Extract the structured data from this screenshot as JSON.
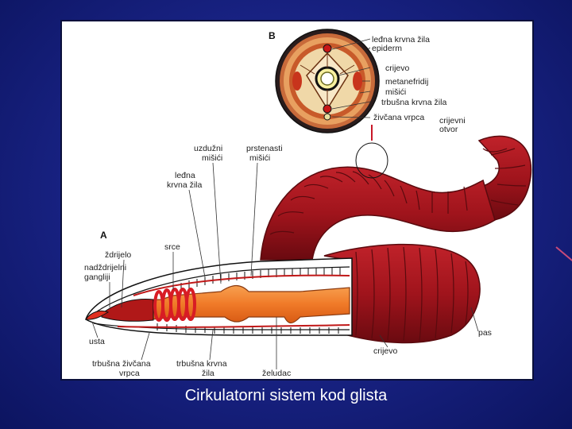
{
  "caption": "Cirkulatorni sistem kod glista",
  "figure": {
    "panel_a_letter": "A",
    "panel_b_letter": "B",
    "labels_b": {
      "ledna_krvna_zila": "leđna krvna žila",
      "epiderm": "epiderm",
      "crijevo": "crijevo",
      "metanefridij": "metanefridij",
      "misici": "mišići",
      "trbusna_krvna_zila": "trbušna krvna žila",
      "zivcana_vrpca": "živčana vrpca",
      "crijevni_otvor_1": "crijevni",
      "crijevni_otvor_2": "otvor"
    },
    "labels_a": {
      "uzduzni_1": "uzdužni",
      "uzduzni_2": "mišići",
      "prstenasti_1": "prstenasti",
      "prstenasti_2": "mišići",
      "ledna_1": "leđna",
      "ledna_2": "krvna žila",
      "zdrijelo": "ždrijelo",
      "srce": "srce",
      "nadzdrijelni_1": "nadždrijelni",
      "nadzdrijelni_2": "gangliji",
      "usta": "usta",
      "trbusna_vrpca_1": "trbušna živčana",
      "trbusna_vrpca_2": "vrpca",
      "trbusna_zila_1": "trbušna krvna",
      "trbusna_zila_2": "žila",
      "zeludac": "želudac",
      "crijevo": "crijevo",
      "pas": "pas"
    }
  }
}
